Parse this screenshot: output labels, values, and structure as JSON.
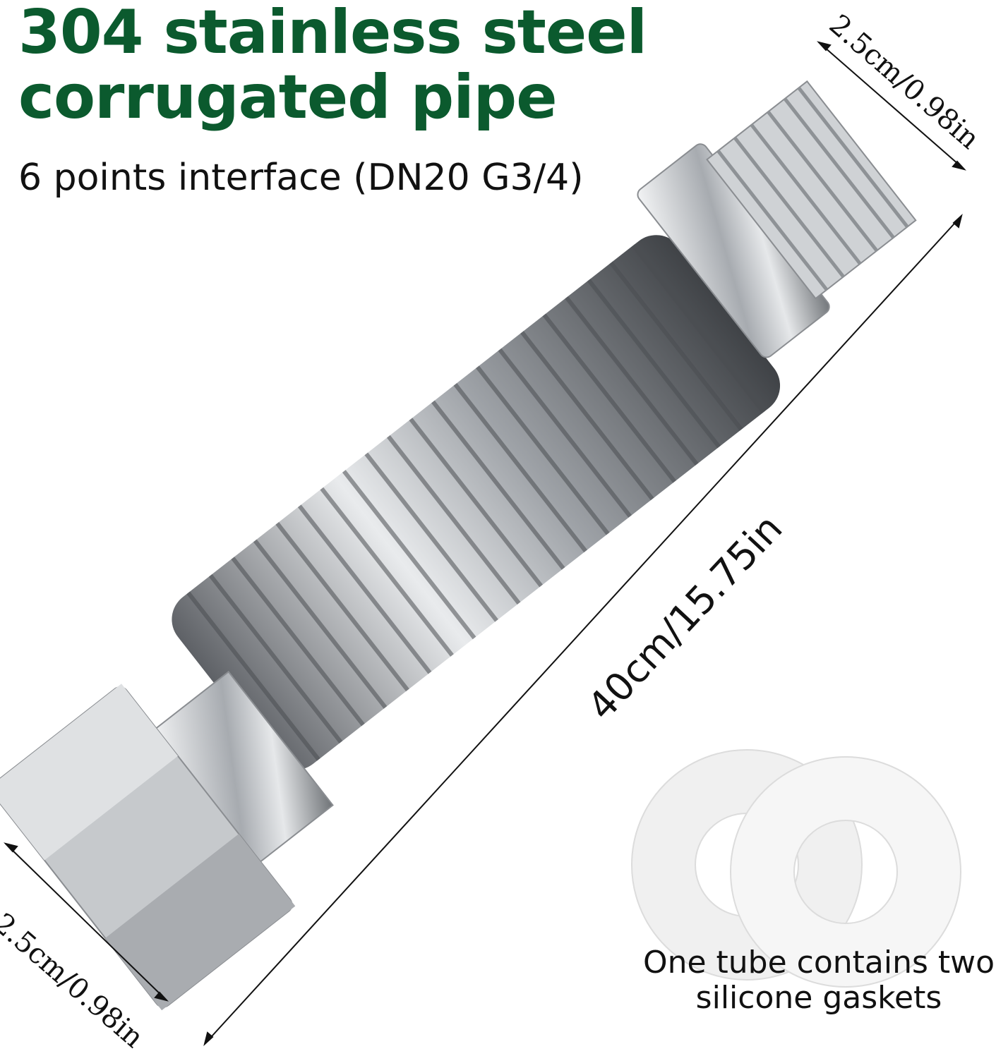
{
  "title_line1": "304 stainless steel",
  "title_line2": "corrugated pipe",
  "subtitle": "6 points interface (DN20 G3/4)",
  "dim_top": "2.5cm/0.98in",
  "dim_length": "40cm/15.75in",
  "dim_bottom": "2.5cm/0.98in",
  "caption_line1": "One tube contains two",
  "caption_line2": "silicone gaskets",
  "colors": {
    "title": "#0b5a2e",
    "steel": "#b9bcc0",
    "gasket": "#f3f3f3"
  }
}
